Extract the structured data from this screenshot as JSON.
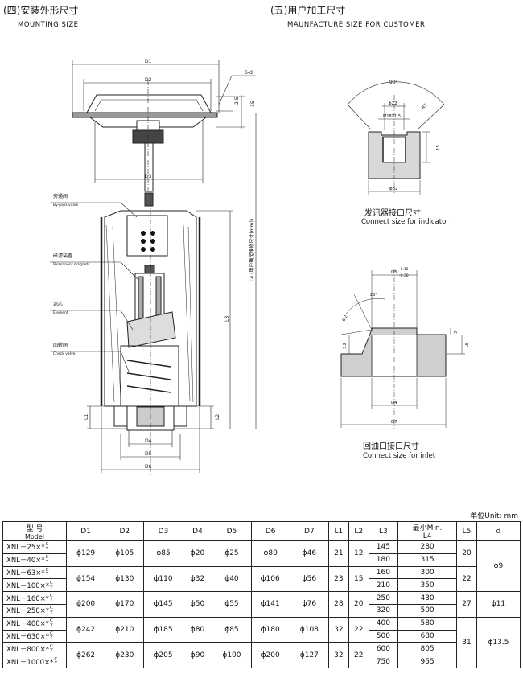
{
  "headers": {
    "left_cn": "(四)安装外形尺寸",
    "left_en": "MOUNTING SIZE",
    "right_cn": "(五)用户加工尺寸",
    "right_en": "MAUNFACTURE SIZE FOR CUSTOMER"
  },
  "left_drawing": {
    "dims": {
      "d1": "D1",
      "d2": "D2",
      "d3": "D3",
      "d4": "D4",
      "d5": "D5",
      "d6": "D6",
      "dd": "6-d",
      "n35": "35",
      "n25": "2.5",
      "l1": "L1",
      "l2": "L2",
      "l3": "L3",
      "l4": "L4 (用户确定维修尺寸(mm))"
    },
    "labels": [
      {
        "cn": "旁通阀",
        "en": "By-pass valve"
      },
      {
        "cn": "磁滤装置",
        "en": "Permanent magnets"
      },
      {
        "cn": "滤芯",
        "en": "Element"
      },
      {
        "cn": "回转阀",
        "en": "Check valve"
      }
    ]
  },
  "indicator": {
    "angle": "90°",
    "r": "R5",
    "d22": "ϕ22",
    "thread": "M18X1.5",
    "d32": "ϕ32",
    "h15": "15",
    "caption_cn": "发讯器接口尺寸",
    "caption_en": "Connect size for indicator"
  },
  "inlet": {
    "d5": "D5",
    "tol_upper": "-0.15",
    "tol_lower": "-0.30",
    "angle": "28°",
    "d4": "D4",
    "d7": "D7",
    "n3": "3",
    "l5": "L5",
    "n32": "3.2",
    "n62": "6.2",
    "caption_cn": "回油口接口尺寸",
    "caption_en": "Connect  size for inlet"
  },
  "table": {
    "unit": "单位Unit: mm",
    "header": {
      "model_cn": "型  号",
      "model_en": "Model",
      "cols": [
        "D1",
        "D2",
        "D3",
        "D4",
        "D5",
        "D6",
        "D7",
        "L1",
        "L2",
        "L3"
      ],
      "minl4_cn": "最小Min.",
      "minl4_en": "L4",
      "l5": "L5",
      "d": "d"
    },
    "models": [
      "XNL－25×*",
      "XNL－40×*",
      "XNL－63×*",
      "XNL－100×*",
      "XNL－160×*",
      "XNL－250×*",
      "XNL－400×*",
      "XNL－630×*",
      "XNL－800×*",
      "XNL－1000×*"
    ],
    "model_sup": "C",
    "model_subscript": "Y",
    "groups": [
      {
        "D1": "ϕ129",
        "D2": "ϕ105",
        "D3": "ϕ85",
        "D4": "ϕ20",
        "D5": "ϕ25",
        "D6": "ϕ80",
        "D7": "ϕ46",
        "L1": "21",
        "L2": "12"
      },
      {
        "D1": "ϕ154",
        "D2": "ϕ130",
        "D3": "ϕ110",
        "D4": "ϕ32",
        "D5": "ϕ40",
        "D6": "ϕ106",
        "D7": "ϕ56",
        "L1": "23",
        "L2": "15"
      },
      {
        "D1": "ϕ200",
        "D2": "ϕ170",
        "D3": "ϕ145",
        "D4": "ϕ50",
        "D5": "ϕ55",
        "D6": "ϕ141",
        "D7": "ϕ76",
        "L1": "28",
        "L2": "20"
      },
      {
        "D1": "ϕ242",
        "D2": "ϕ210",
        "D3": "ϕ185",
        "D4": "ϕ80",
        "D5": "ϕ85",
        "D6": "ϕ180",
        "D7": "ϕ108",
        "L1": "32",
        "L2": "22"
      },
      {
        "D1": "ϕ262",
        "D2": "ϕ230",
        "D3": "ϕ205",
        "D4": "ϕ90",
        "D5": "ϕ100",
        "D6": "ϕ200",
        "D7": "ϕ127",
        "L1": "32",
        "L2": "22"
      }
    ],
    "l3": [
      "145",
      "180",
      "160",
      "210",
      "250",
      "320",
      "400",
      "500",
      "600",
      "750"
    ],
    "l4": [
      "280",
      "315",
      "300",
      "350",
      "430",
      "500",
      "580",
      "680",
      "805",
      "955"
    ],
    "l5": [
      "20",
      "22",
      "27",
      "31"
    ],
    "d": [
      "ϕ9",
      "ϕ11",
      "ϕ13.5"
    ]
  }
}
